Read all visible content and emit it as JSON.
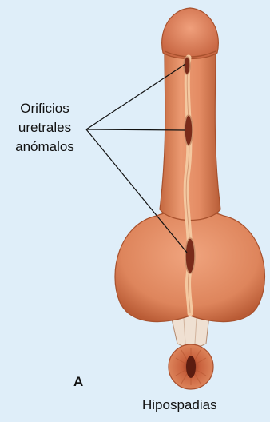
{
  "labels": {
    "line1": "Orificios",
    "line2": "uretrales",
    "line3": "anómalos"
  },
  "panel_letter": "A",
  "caption": "Hipospadias",
  "colors": {
    "background": "#dfeef9",
    "skin": "#e08a62",
    "skin_shadow": "#c46a44",
    "glans": "#e7865f",
    "urethral_groove": "#f2c49a",
    "orifice": "#7a2b1a",
    "anus": "#d0704a",
    "perineum": "#f0e2d6"
  }
}
